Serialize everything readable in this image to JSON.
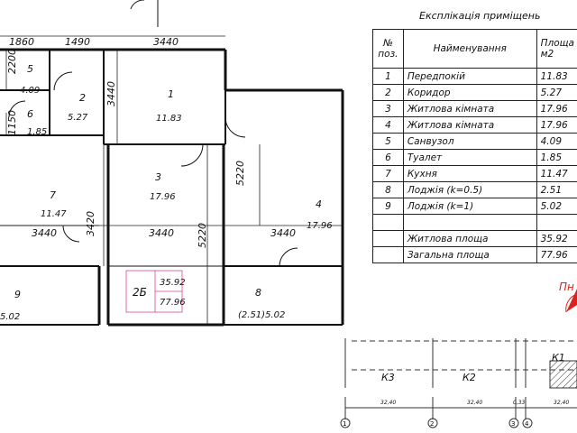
{
  "plan": {
    "dims": {
      "d1860": "1860",
      "d1490": "1490",
      "d3440_top": "3440",
      "d2200": "2200",
      "d3440_v": "3440",
      "d1150": "1150",
      "d3420": "3420",
      "d5220_a": "5220",
      "d5220_b": "5220",
      "d3440_l": "3440",
      "d3440_m": "3440",
      "d3440_r": "3440"
    },
    "rooms": [
      {
        "no": "5",
        "area": "4.09"
      },
      {
        "no": "2",
        "area": "5.27"
      },
      {
        "no": "1",
        "area": "11.83"
      },
      {
        "no": "6",
        "area": "1.85"
      },
      {
        "no": "3",
        "area": "17.96"
      },
      {
        "no": "7",
        "area": "11.47"
      },
      {
        "no": "4",
        "area": "17.96"
      },
      {
        "no": "9",
        "area": "5.02"
      },
      {
        "no": "8",
        "area": "(2.51)5.02"
      }
    ],
    "apartment_stamp": {
      "code": "2Б",
      "living": "35.92",
      "total": "77.96"
    }
  },
  "legend": {
    "title": "Експлікація приміщень",
    "headers": {
      "no": "№\nпоз.",
      "name": "Найменування",
      "area": "Площа\nм2"
    },
    "rows": [
      {
        "no": "1",
        "name": "Передпокій",
        "area": "11.83"
      },
      {
        "no": "2",
        "name": "Коридор",
        "area": "5.27"
      },
      {
        "no": "3",
        "name": "Житлова кімната",
        "area": "17.96"
      },
      {
        "no": "4",
        "name": "Житлова кімната",
        "area": "17.96"
      },
      {
        "no": "5",
        "name": "Санвузол",
        "area": "4.09"
      },
      {
        "no": "6",
        "name": "Туалет",
        "area": "1.85"
      },
      {
        "no": "7",
        "name": "Кухня",
        "area": "11.47"
      },
      {
        "no": "8",
        "name": "Лоджія (k=0.5)",
        "area": "2.51"
      },
      {
        "no": "9",
        "name": "Лоджія (k=1)",
        "area": "5.02"
      },
      {
        "no": "",
        "name": "",
        "area": ""
      },
      {
        "no": "",
        "name": "Житлова площа",
        "area": "35.92"
      },
      {
        "no": "",
        "name": "Загальна площа",
        "area": "77.96"
      }
    ]
  },
  "north": {
    "label": "Пн"
  },
  "key_plan": {
    "sections": [
      "К3",
      "К2",
      "К1"
    ],
    "dims": [
      "32,40",
      "32,40",
      "0,33",
      "32,40"
    ],
    "axes": [
      "1",
      "2",
      "3",
      "4"
    ]
  }
}
